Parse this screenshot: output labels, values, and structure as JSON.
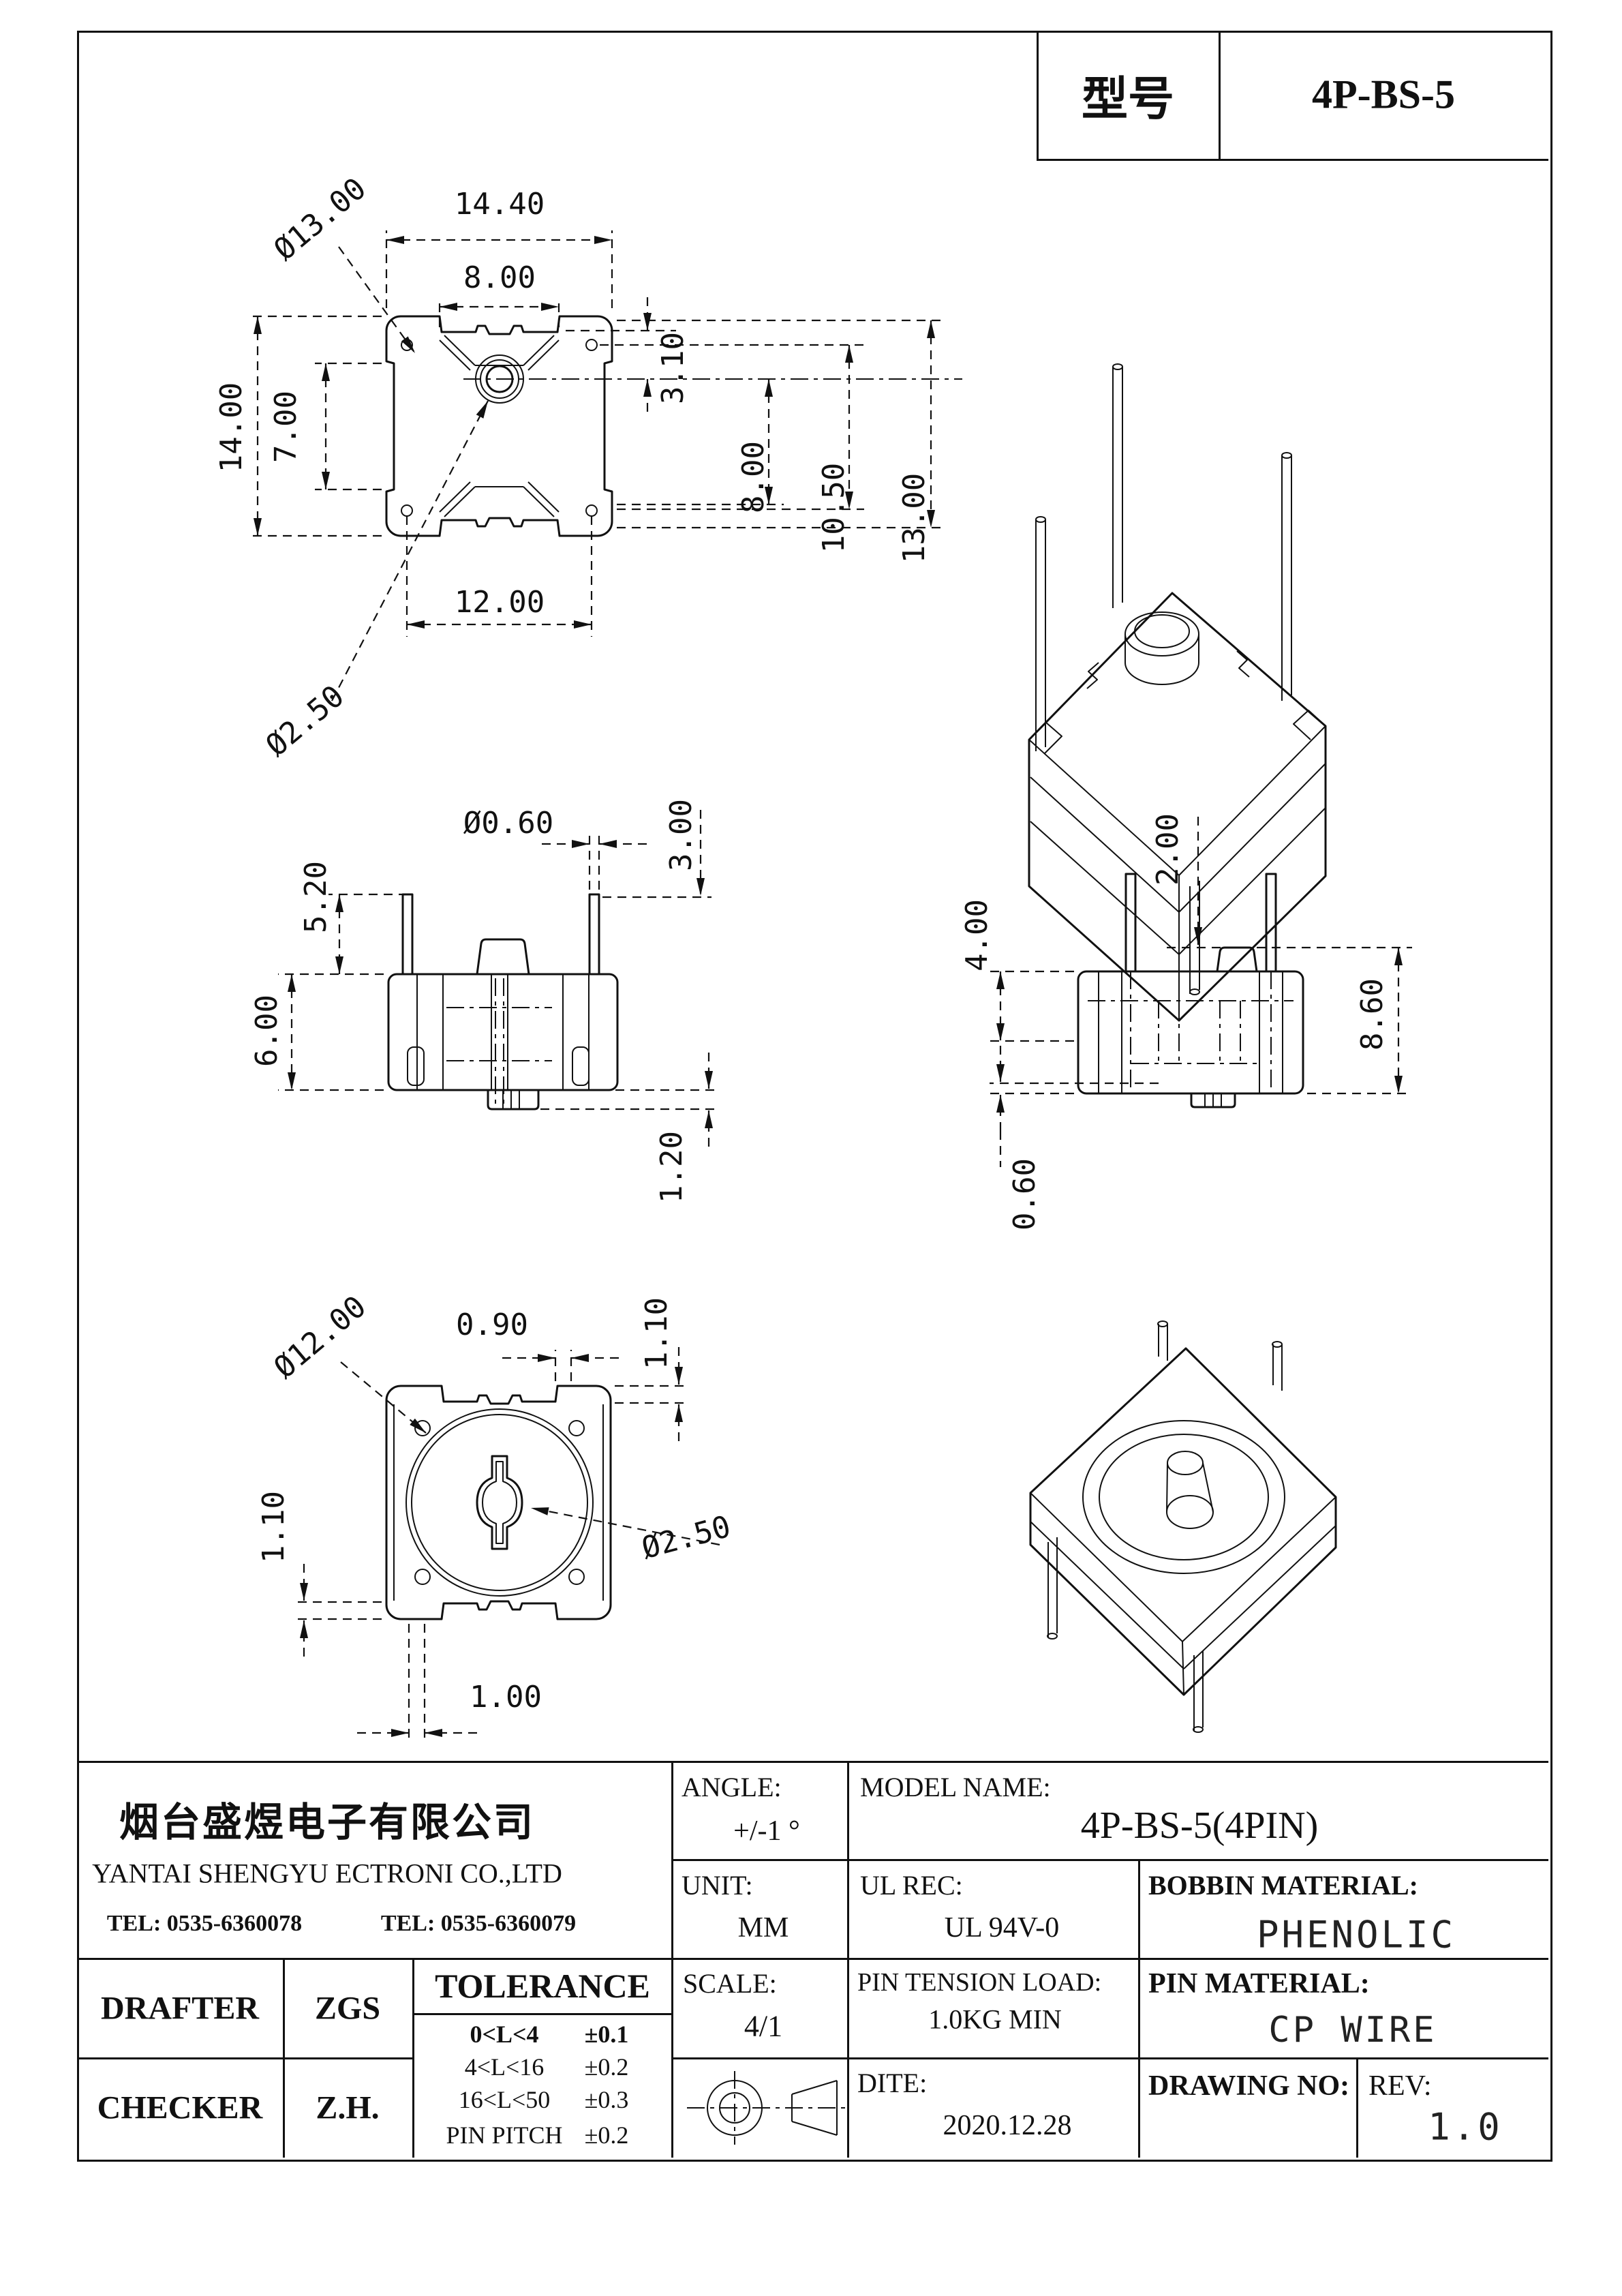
{
  "sheet": {
    "model_label": "型号",
    "model_value": "4P-BS-5"
  },
  "views": {
    "top": {
      "dims": [
        "14.40",
        "8.00",
        "3.10",
        "Ø13.00",
        "14.00",
        "7.00",
        "8.00",
        "10.50",
        "13.00",
        "Ø2.50",
        "12.00"
      ]
    },
    "front": {
      "dims": [
        "Ø0.60",
        "3.00",
        "5.20",
        "6.00",
        "1.20"
      ]
    },
    "side": {
      "dims": [
        "2.00",
        "4.00",
        "8.60",
        "0.60"
      ]
    },
    "bottom": {
      "dims": [
        "Ø12.00",
        "0.90",
        "1.10",
        "1.10",
        "Ø2.50",
        "1.00"
      ]
    }
  },
  "title_block": {
    "company": {
      "cn": "烟台盛煜电子有限公司",
      "en": "YANTAI SHENGYU ECTRONI CO.,LTD",
      "tel1": "TEL: 0535-6360078",
      "tel2": "TEL: 0535-6360079"
    },
    "angle": {
      "label": "ANGLE:",
      "value": "+/-1 °"
    },
    "model_name": {
      "label": "MODEL NAME:",
      "value": "4P-BS-5(4PIN)"
    },
    "unit": {
      "label": "UNIT:",
      "value": "MM"
    },
    "ul": {
      "label": "UL REC:",
      "value": "UL 94V-0"
    },
    "bobbin": {
      "label": "BOBBIN MATERIAL:",
      "value": "PHENOLIC"
    },
    "drafter": {
      "label": "DRAFTER",
      "value": "ZGS"
    },
    "checker": {
      "label": "CHECKER",
      "value": "Z.H."
    },
    "tolerance": {
      "title": "TOLERANCE",
      "rows": [
        {
          "range": "0<L<4",
          "tol": "±0.1"
        },
        {
          "range": "4<L<16",
          "tol": "±0.2"
        },
        {
          "range": "16<L<50",
          "tol": "±0.3"
        },
        {
          "range": "PIN PITCH",
          "tol": "±0.2"
        }
      ]
    },
    "scale": {
      "label": "SCALE:",
      "value": "4/1"
    },
    "pin_tension": {
      "label": "PIN TENSION LOAD:",
      "value": "1.0KG MIN"
    },
    "pin_material": {
      "label": "PIN MATERIAL:",
      "value": "CP WIRE"
    },
    "dite": {
      "label": "DITE:",
      "value": "2020.12.28"
    },
    "drawing_no": {
      "label": "DRAWING NO:"
    },
    "rev": {
      "label": "REV:",
      "value": "1.0"
    }
  }
}
